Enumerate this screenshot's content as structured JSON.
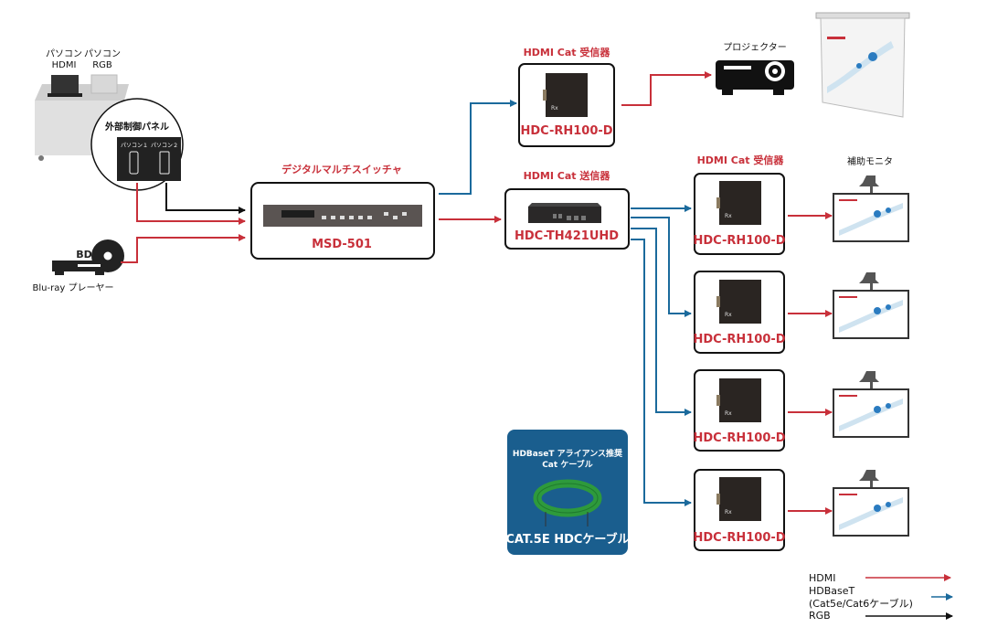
{
  "colors": {
    "hdmi": "#c8303a",
    "hdbaset": "#1b6a9c",
    "rgb": "#111111",
    "cable_box": "#1a5e8e"
  },
  "sources": {
    "pc_hdmi": [
      "パソコン",
      "HDMI"
    ],
    "pc_rgb": [
      "パソコン",
      "RGB"
    ],
    "panel_title": "外部制御パネル",
    "panel_port1": "パソコン１",
    "panel_port2": "パソコン２",
    "bd_badge": "BD",
    "bluray": "Blu-ray プレーヤー"
  },
  "switcher": {
    "title": "デジタルマルチスイッチャ",
    "model": "MSD-501"
  },
  "transmitter": {
    "title": "HDMI Cat 送信器",
    "model": "HDC-TH421UHD"
  },
  "receiver_top": {
    "title": "HDMI Cat 受信器",
    "model": "HDC-RH100-D",
    "device_text": "Rx"
  },
  "projector": {
    "label": "プロジェクター"
  },
  "receivers": {
    "title": "HDMI Cat 受信器",
    "items": [
      {
        "model": "HDC-RH100-D"
      },
      {
        "model": "HDC-RH100-D"
      },
      {
        "model": "HDC-RH100-D"
      },
      {
        "model": "HDC-RH100-D"
      }
    ]
  },
  "monitors": {
    "label": "補助モニタ"
  },
  "cable": {
    "line1": "HDBaseT アライアンス推奨",
    "line2": "Cat ケーブル",
    "name": "CAT.5E HDCケーブル"
  },
  "legend": {
    "hdmi": "HDMI",
    "hdbaset_1": "HDBaseT",
    "hdbaset_2": "(Cat5e/Cat6ケーブル)",
    "rgb": "RGB"
  }
}
